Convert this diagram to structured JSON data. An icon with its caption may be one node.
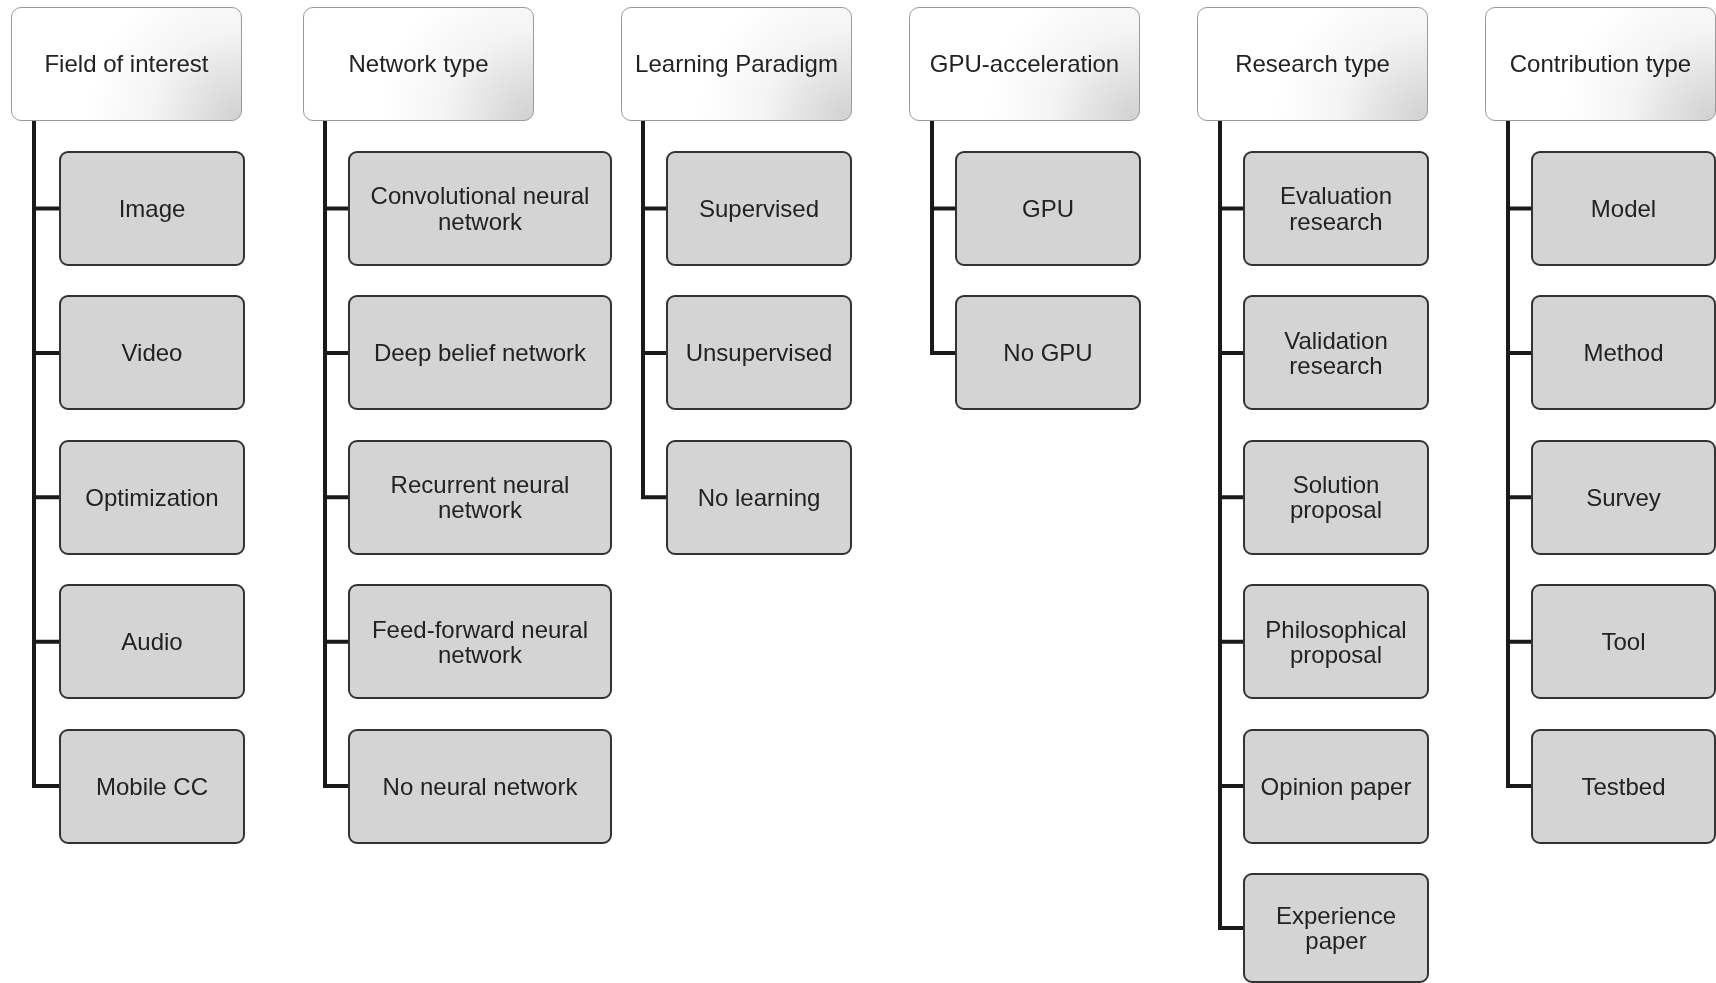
{
  "diagram": {
    "nodes": [
      {
        "text": [
          "Field of interest"
        ]
      },
      {
        "text": [
          "Image"
        ]
      },
      {
        "text": [
          "Video"
        ]
      },
      {
        "text": [
          "Optimization"
        ]
      },
      {
        "text": [
          "Audio"
        ]
      },
      {
        "text": [
          "Mobile CC"
        ]
      },
      {
        "text": [
          "Network type"
        ]
      },
      {
        "text": [
          "Convolutional neural network"
        ]
      },
      {
        "text": [
          "Deep belief network"
        ]
      },
      {
        "text": [
          "Recurrent neural network"
        ]
      },
      {
        "text": [
          "Feed-forward neural network"
        ]
      },
      {
        "text": [
          "No neural network"
        ]
      },
      {
        "text": [
          "Learning Paradigm"
        ]
      },
      {
        "text": [
          "Supervised"
        ]
      },
      {
        "text": [
          "Unsupervised"
        ]
      },
      {
        "text": [
          "No learning"
        ]
      },
      {
        "text": [
          "GPU-acceleration"
        ]
      },
      {
        "text": [
          "GPU"
        ]
      },
      {
        "text": [
          "No GPU"
        ]
      },
      {
        "text": [
          "Research type"
        ]
      },
      {
        "text": [
          "Evaluation research"
        ]
      },
      {
        "text": [
          "Validation research"
        ]
      },
      {
        "text": [
          "Solution proposal"
        ]
      },
      {
        "text": [
          "Philosophical proposal"
        ]
      },
      {
        "text": [
          "Opinion paper"
        ]
      },
      {
        "text": [
          "Experience paper"
        ]
      },
      {
        "text": [
          "Contribution type"
        ]
      },
      {
        "text": [
          "Model"
        ]
      },
      {
        "text": [
          "Method"
        ]
      },
      {
        "text": [
          "Survey"
        ]
      },
      {
        "text": [
          "Tool"
        ]
      },
      {
        "text": [
          "Testbed"
        ]
      }
    ],
    "edges": [
      {
        "from": 0,
        "to": 1,
        "arrow": "none"
      },
      {
        "from": 0,
        "to": 2,
        "arrow": "none"
      },
      {
        "from": 0,
        "to": 3,
        "arrow": "none"
      },
      {
        "from": 0,
        "to": 4,
        "arrow": "none"
      },
      {
        "from": 0,
        "to": 5,
        "arrow": "none"
      },
      {
        "from": 6,
        "to": 7,
        "arrow": "none"
      },
      {
        "from": 6,
        "to": 8,
        "arrow": "none"
      },
      {
        "from": 6,
        "to": 9,
        "arrow": "none"
      },
      {
        "from": 6,
        "to": 10,
        "arrow": "none"
      },
      {
        "from": 6,
        "to": 11,
        "arrow": "none"
      },
      {
        "from": 12,
        "to": 13,
        "arrow": "none"
      },
      {
        "from": 12,
        "to": 14,
        "arrow": "none"
      },
      {
        "from": 12,
        "to": 15,
        "arrow": "none"
      },
      {
        "from": 16,
        "to": 17,
        "arrow": "none"
      },
      {
        "from": 16,
        "to": 18,
        "arrow": "none"
      },
      {
        "from": 19,
        "to": 20,
        "arrow": "none"
      },
      {
        "from": 19,
        "to": 21,
        "arrow": "none"
      },
      {
        "from": 19,
        "to": 22,
        "arrow": "none"
      },
      {
        "from": 19,
        "to": 23,
        "arrow": "none"
      },
      {
        "from": 19,
        "to": 24,
        "arrow": "none"
      },
      {
        "from": 19,
        "to": 25,
        "arrow": "none"
      },
      {
        "from": 26,
        "to": 27,
        "arrow": "none"
      },
      {
        "from": 26,
        "to": 28,
        "arrow": "none"
      },
      {
        "from": 26,
        "to": 29,
        "arrow": "none"
      },
      {
        "from": 26,
        "to": 30,
        "arrow": "none"
      },
      {
        "from": 26,
        "to": 31,
        "arrow": "none"
      }
    ]
  }
}
